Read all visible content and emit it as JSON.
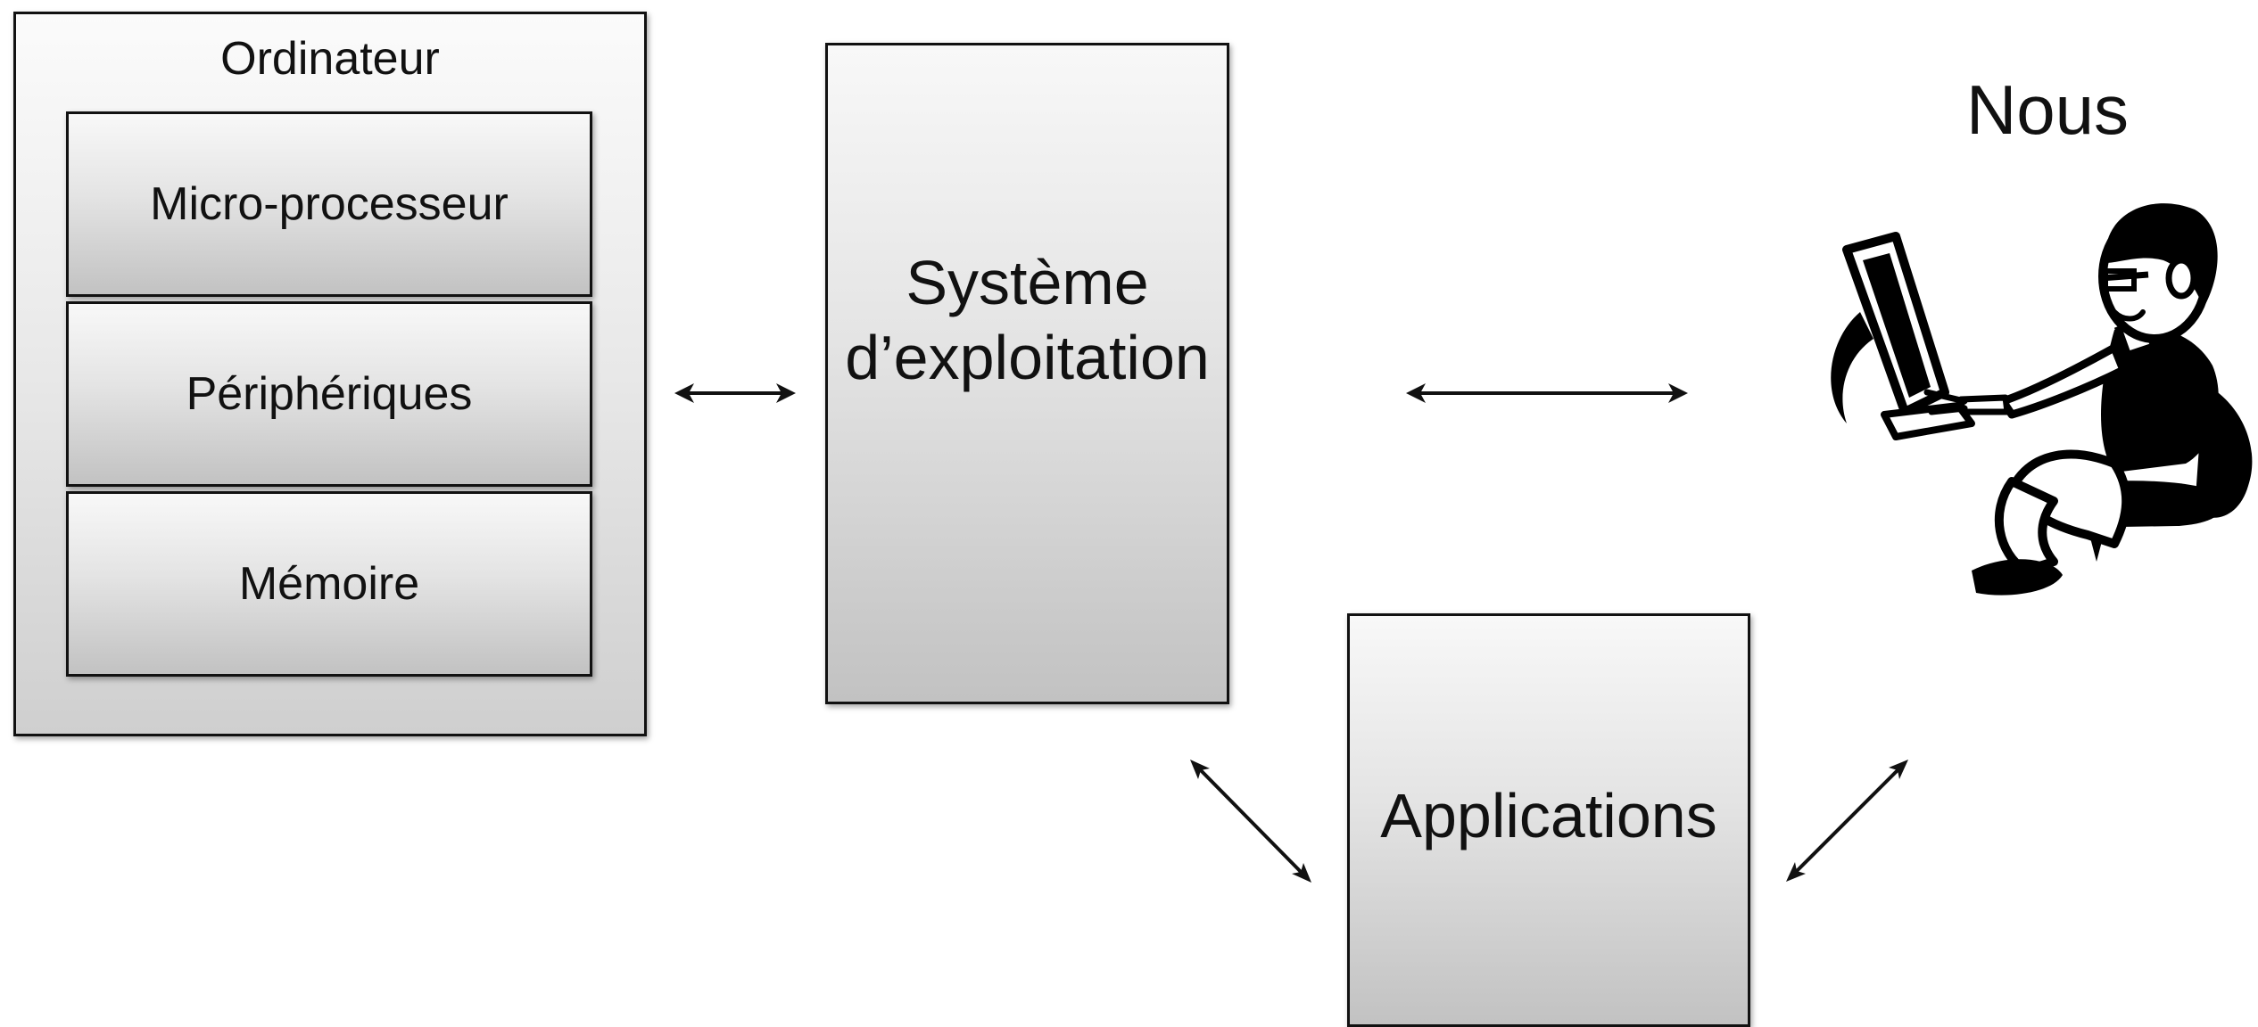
{
  "diagram": {
    "computer": {
      "title": "Ordinateur",
      "components": [
        "Micro-processeur",
        "Périphériques",
        "Mémoire"
      ]
    },
    "os": {
      "line1": "Système",
      "line2": "d’exploitation"
    },
    "applications": "Applications",
    "user": {
      "label": "Nous",
      "icon": "person-at-computer-icon"
    },
    "arrows": [
      "double-arrow-icon",
      "double-arrow-icon",
      "double-arrow-icon",
      "double-arrow-icon"
    ]
  }
}
